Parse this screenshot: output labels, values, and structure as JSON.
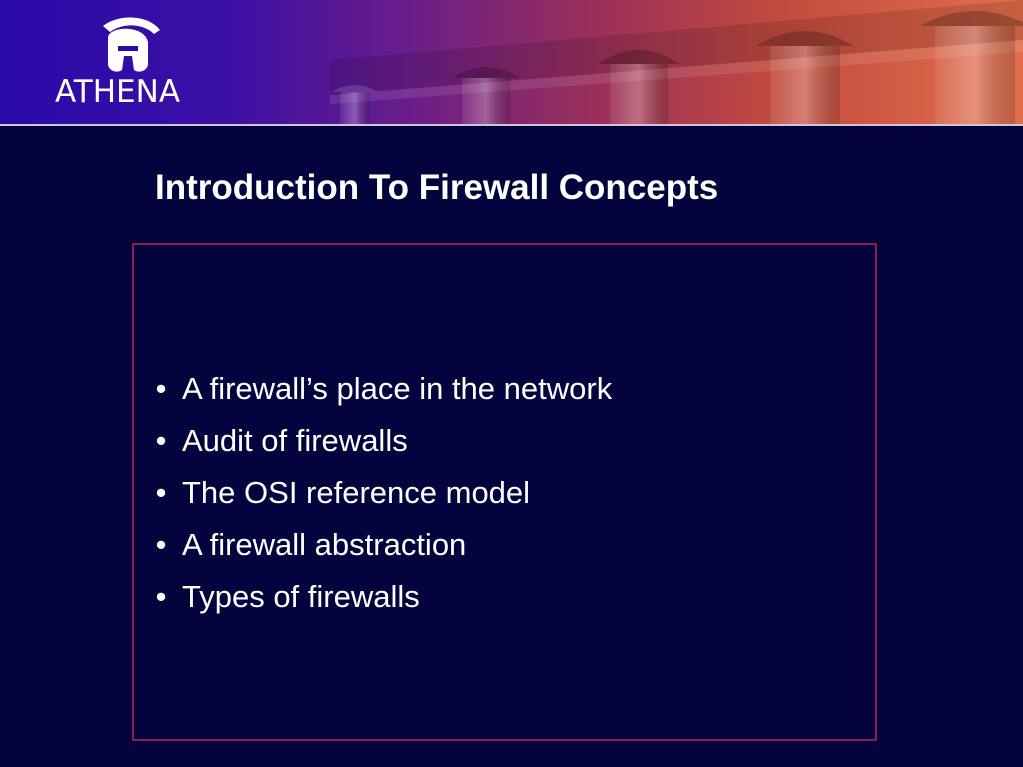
{
  "brand": {
    "name": "ATHENA"
  },
  "slide": {
    "title": "Introduction To Firewall Concepts",
    "bullets": [
      "A firewall’s place in the network",
      "Audit of firewalls",
      "The OSI reference model",
      "A firewall abstraction",
      "Types of firewalls"
    ],
    "bullet_glyph": "•"
  },
  "colors": {
    "background": "#03043d",
    "box_border": "#8a1f4a",
    "text": "#ffffff"
  },
  "icons": {
    "logo": "spartan-helmet-icon",
    "banner": "greek-columns-banner"
  }
}
